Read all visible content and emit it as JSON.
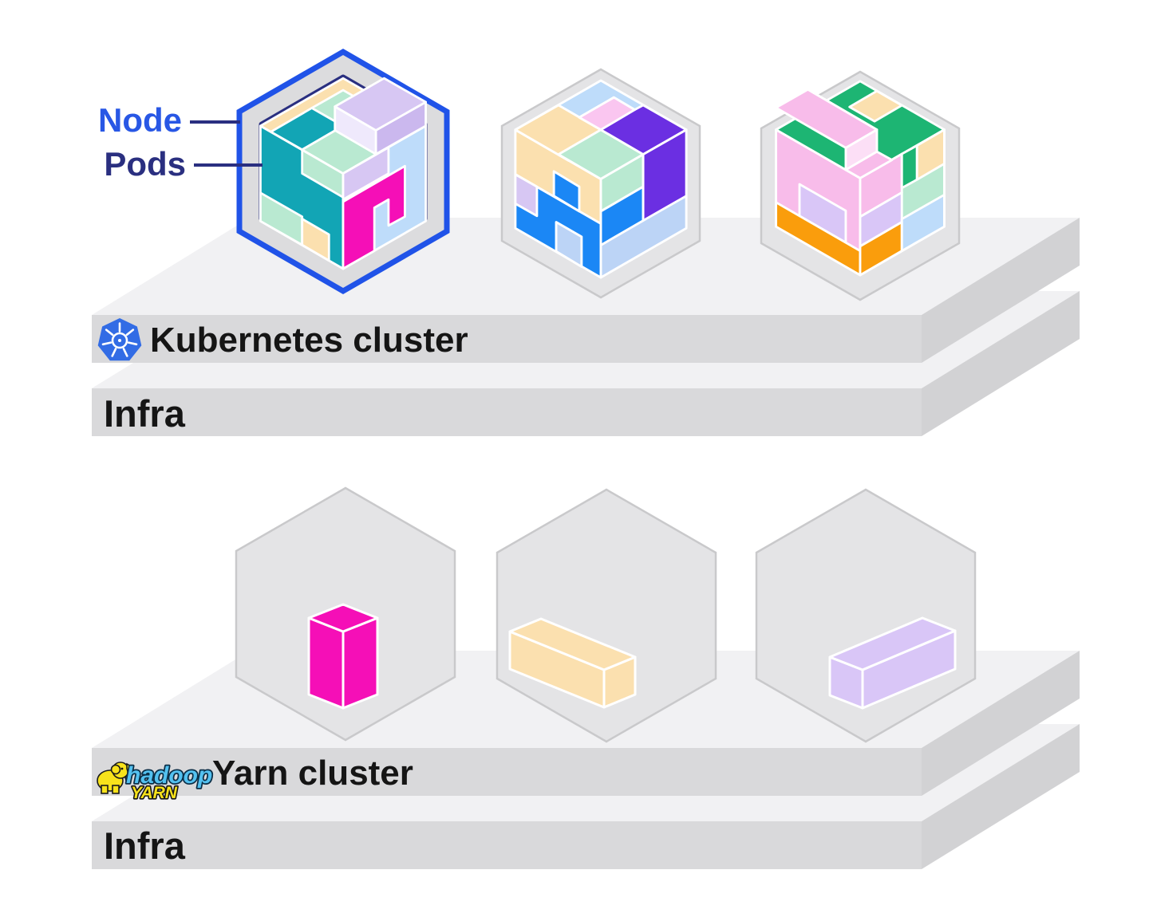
{
  "labels": {
    "node": "Node",
    "pods": "Pods",
    "kubernetes_cluster": "Kubernetes cluster",
    "kubernetes_infra": "Infra",
    "yarn_cluster": "Yarn cluster",
    "yarn_infra": "Infra",
    "hadoop_logo": "hadoop",
    "yarn_logo": "YARN"
  },
  "colors": {
    "outerBlue": "#2053E8",
    "navy": "#2A2F80",
    "nodeBlue": "#2857E5",
    "textDark": "#151515",
    "ringGray": "#DCDCDE",
    "hexFill": "#E4E4E6",
    "hexStroke": "#C9C9CB",
    "innerWhite": "#FFFFFF",
    "slabTop": "#F1F1F3",
    "slabFront": "#D9D9DB",
    "slabSide": "#D2D2D4",
    "teal": "#12A5B5",
    "mint": "#B9E9D1",
    "peach": "#FBE0AF",
    "lavender": "#D7C7F3",
    "lavenderLight": "#EFE9FC",
    "lavenderMid": "#CBB8EE",
    "magenta": "#F50FB7",
    "lightblue": "#BEDCFA",
    "pink": "#FAC6F0",
    "violet": "#6B2FE2",
    "brightblue": "#1B87F5",
    "paleblue": "#BCD4F6",
    "green": "#1DB573",
    "pink3": "#F8BCEA",
    "pinkLight": "#FCDFF6",
    "orange": "#FA9D0C",
    "boxLavender": "#D9C6F7",
    "k8sBlue": "#326CE5",
    "hadoopBlue": "#53C1F0",
    "hadoopYellow": "#F7E21B"
  }
}
